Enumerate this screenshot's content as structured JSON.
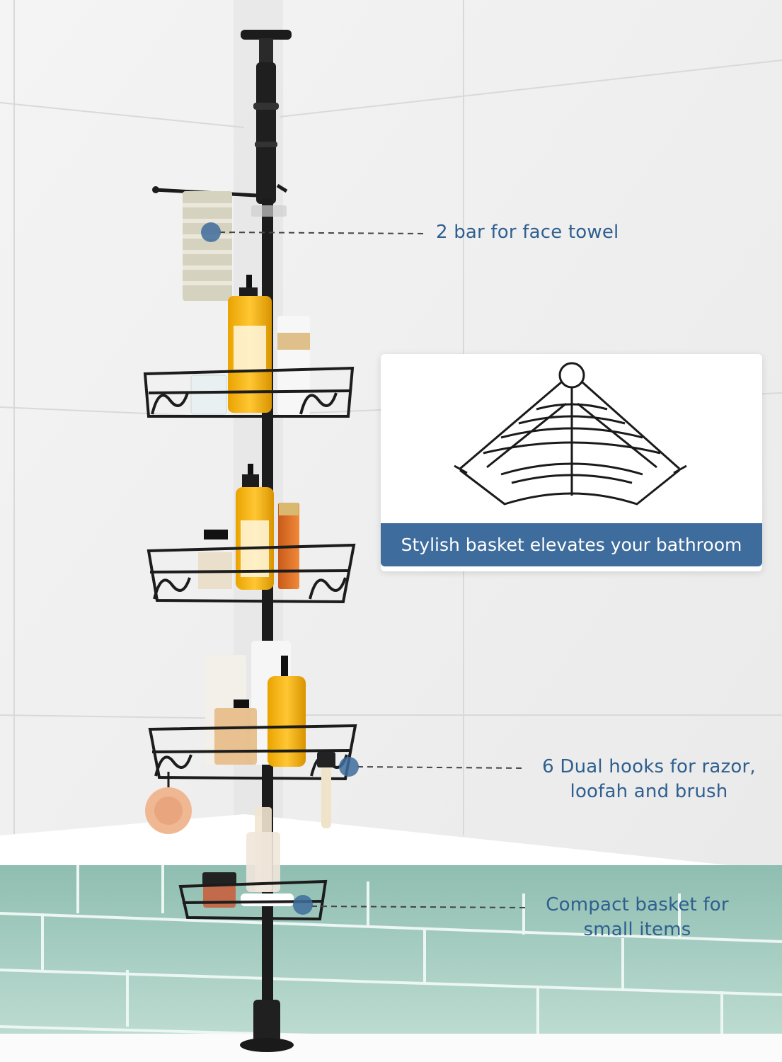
{
  "callouts": [
    {
      "id": "towel_bar",
      "text": "2 bar for face towel"
    },
    {
      "id": "hooks",
      "lines": [
        "6 Dual hooks for razor,",
        "loofah and brush"
      ]
    },
    {
      "id": "compact_basket",
      "lines": [
        "Compact basket for",
        "small items"
      ]
    }
  ],
  "inset": {
    "caption": "Stylish basket elevates your bathroom"
  },
  "colors": {
    "accent": "#3e6c9c",
    "callout_text": "#2f5f8f",
    "frame": "#1c1c1c",
    "tile": "#a9cfc3"
  }
}
